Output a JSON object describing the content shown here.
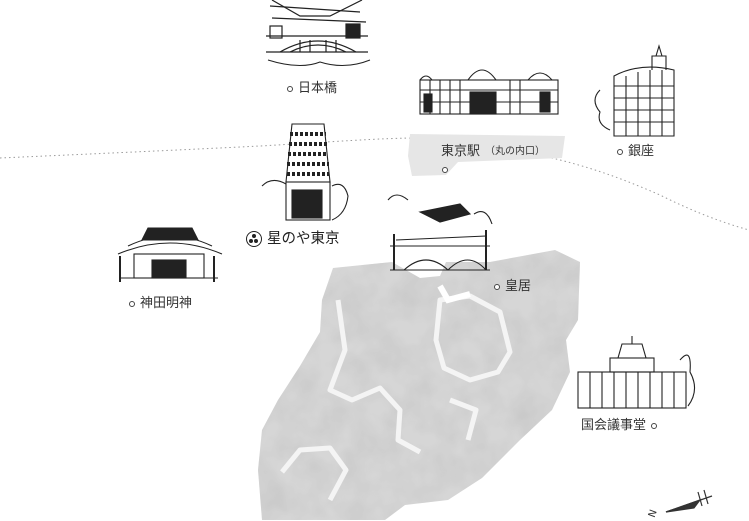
{
  "landmarks": {
    "nihonbashi": "日本橋",
    "tokyo_station": "東京駅",
    "tokyo_station_sub": "（丸の内口）",
    "ginza": "銀座",
    "hotel": "星のや東京",
    "kanda_myojin": "神田明神",
    "imperial_palace": "皇居",
    "diet": "国会議事堂"
  },
  "north_indicator": "N",
  "colors": {
    "palace_fill": "#d6d6d6",
    "ink": "#222222",
    "dotted_line": "#9a9a9a"
  }
}
